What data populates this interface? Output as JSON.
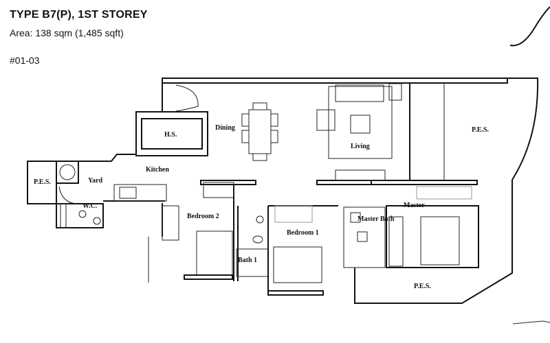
{
  "header": {
    "title": "TYPE B7(P), 1ST STOREY",
    "area": "Area: 138 sqm (1,485 sqft)",
    "unit_number": "#01-03"
  },
  "rooms": {
    "hs": "H.S.",
    "dining": "Dining",
    "living": "Living",
    "pes_right": "P.E.S.",
    "pes_left": "P.E.S.",
    "pes_bottom": "P.E.S.",
    "yard": "Yard",
    "kitchen": "Kitchen",
    "wc": "W.C.",
    "bedroom2": "Bedroom 2",
    "bedroom1": "Bedroom 1",
    "bath1": "Bath 1",
    "master": "Master",
    "master_bath": "Master Bath"
  },
  "colors": {
    "wall": "#111111",
    "background": "#ffffff"
  }
}
